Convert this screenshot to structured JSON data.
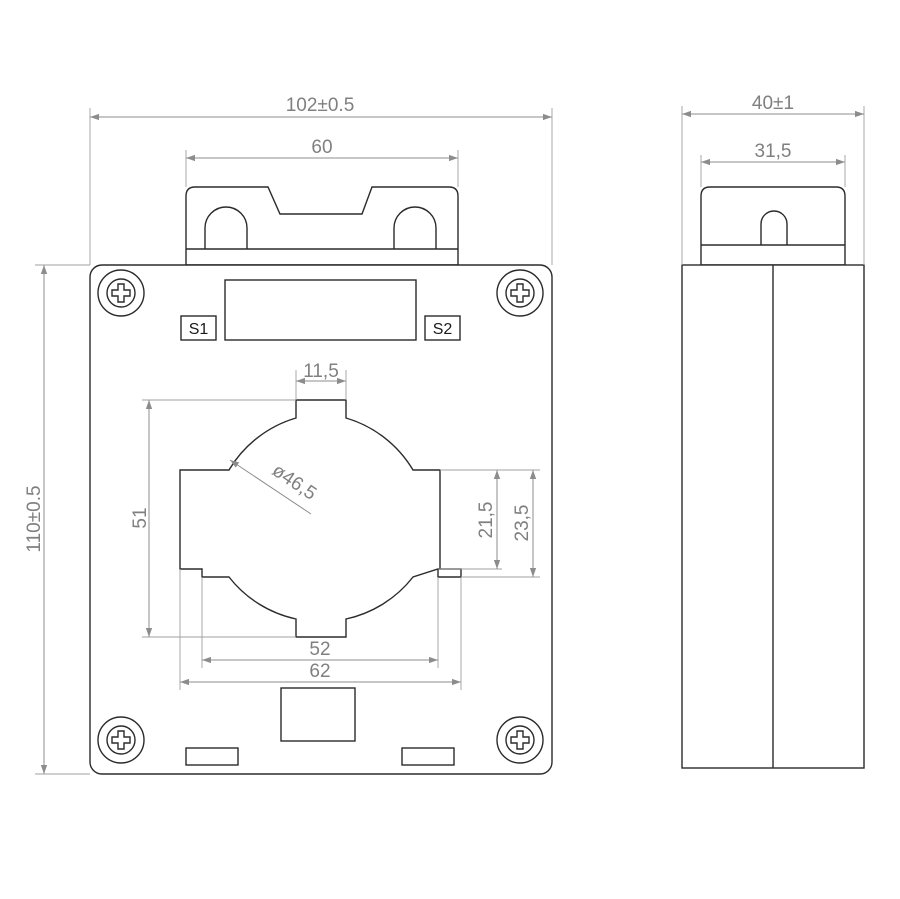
{
  "front_view": {
    "width_label": "102±0.5",
    "top_bracket_width_label": "60",
    "height_label": "110±0.5",
    "terminal_s1": "S1",
    "terminal_s2": "S2",
    "slot_width_label": "11,5",
    "diameter_label": "ø46,5",
    "window_height_label": "51",
    "inner_width_label": "52",
    "outer_width_label": "62",
    "side_inner_label": "21,5",
    "side_outer_label": "23,5"
  },
  "side_view": {
    "depth_label": "40±1",
    "bracket_depth_label": "31,5"
  },
  "colors": {
    "outline": "#2b2b2b",
    "dimension": "#808080"
  }
}
